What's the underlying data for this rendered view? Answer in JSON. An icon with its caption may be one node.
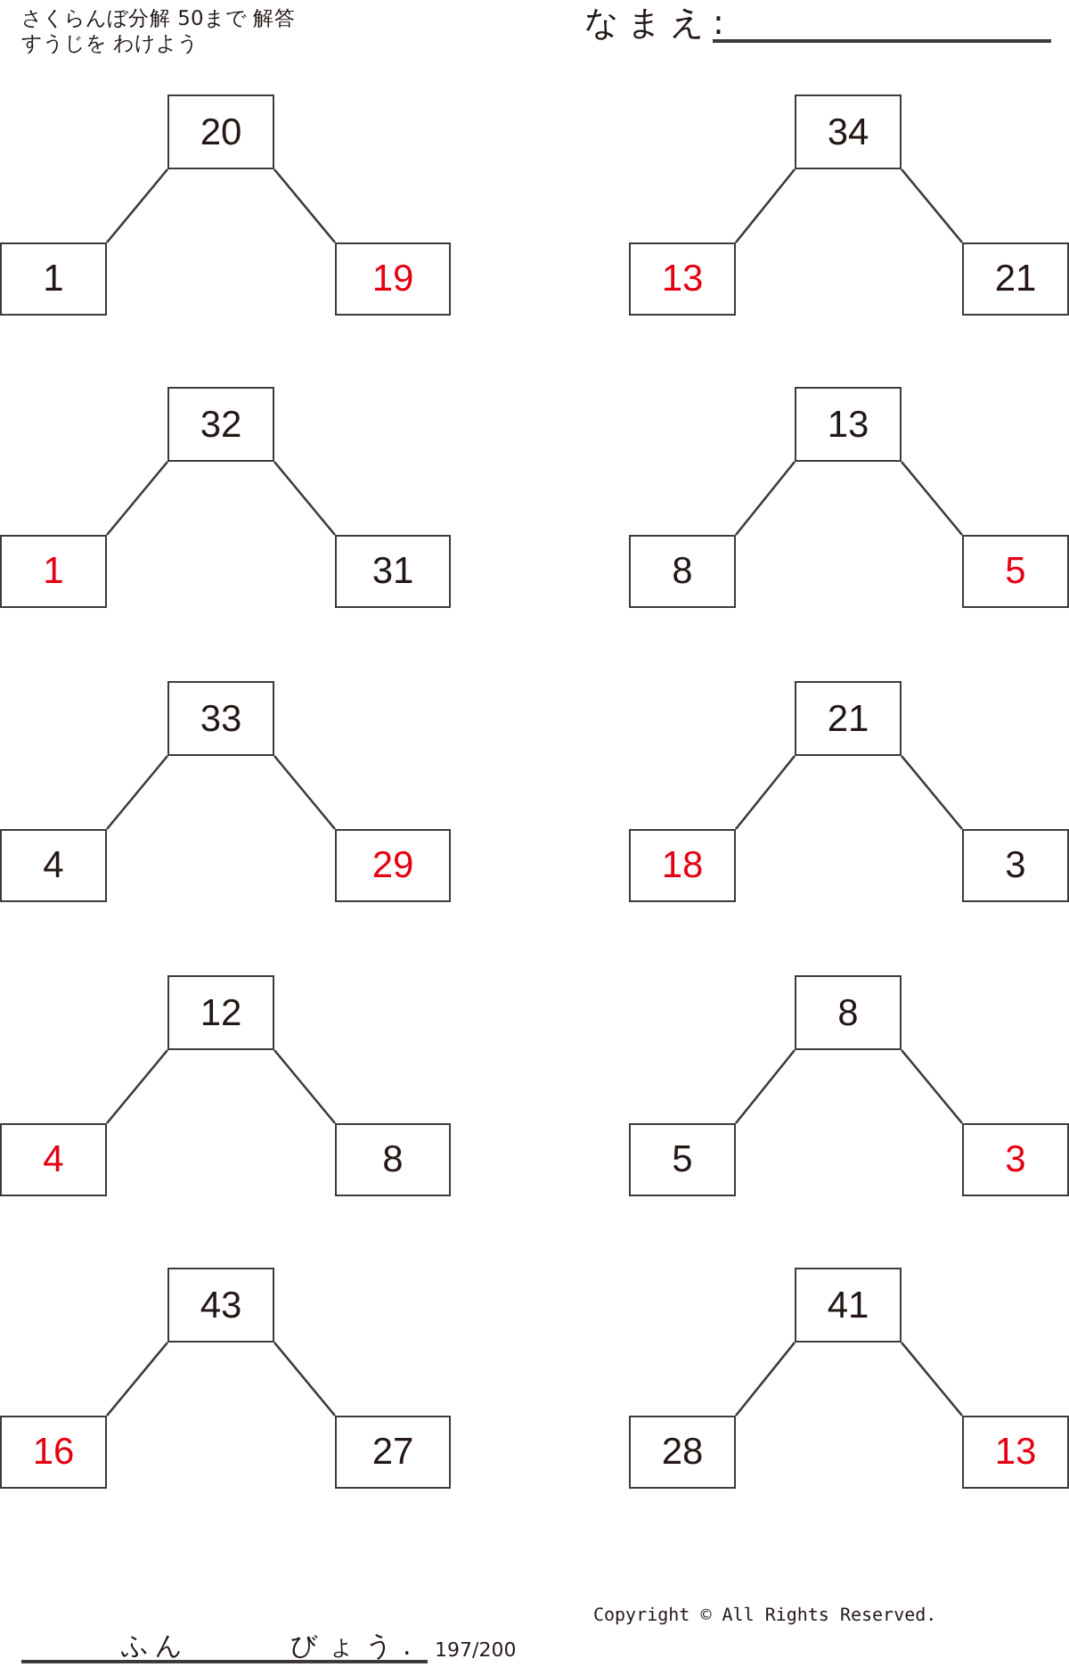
{
  "diagram": {
    "title": "さくらんぼ分解 50まで 解答",
    "nodes": [
      {
        "text": [
          "20"
        ]
      },
      {
        "text": [
          "1"
        ]
      },
      {
        "text": [
          "19"
        ]
      },
      {
        "text": [
          "34"
        ]
      },
      {
        "text": [
          "13"
        ]
      },
      {
        "text": [
          "21"
        ]
      },
      {
        "text": [
          "32"
        ]
      },
      {
        "text": [
          "1"
        ]
      },
      {
        "text": [
          "31"
        ]
      },
      {
        "text": [
          "13"
        ]
      },
      {
        "text": [
          "8"
        ]
      },
      {
        "text": [
          "5"
        ]
      },
      {
        "text": [
          "33"
        ]
      },
      {
        "text": [
          "4"
        ]
      },
      {
        "text": [
          "29"
        ]
      },
      {
        "text": [
          "21"
        ]
      },
      {
        "text": [
          "18"
        ]
      },
      {
        "text": [
          "3"
        ]
      },
      {
        "text": [
          "12"
        ]
      },
      {
        "text": [
          "4"
        ]
      },
      {
        "text": [
          "8"
        ]
      },
      {
        "text": [
          "8"
        ]
      },
      {
        "text": [
          "5"
        ]
      },
      {
        "text": [
          "3"
        ]
      },
      {
        "text": [
          "43"
        ]
      },
      {
        "text": [
          "16"
        ]
      },
      {
        "text": [
          "27"
        ]
      },
      {
        "text": [
          "41"
        ]
      },
      {
        "text": [
          "28"
        ]
      },
      {
        "text": [
          "13"
        ]
      }
    ],
    "edges": [
      {
        "from": 0,
        "to": 1,
        "arrow": "none"
      },
      {
        "from": 0,
        "to": 2,
        "arrow": "none"
      },
      {
        "from": 3,
        "to": 4,
        "arrow": "none"
      },
      {
        "from": 3,
        "to": 5,
        "arrow": "none"
      },
      {
        "from": 6,
        "to": 7,
        "arrow": "none"
      },
      {
        "from": 6,
        "to": 8,
        "arrow": "none"
      },
      {
        "from": 9,
        "to": 10,
        "arrow": "none"
      },
      {
        "from": 9,
        "to": 11,
        "arrow": "none"
      },
      {
        "from": 12,
        "to": 13,
        "arrow": "none"
      },
      {
        "from": 12,
        "to": 14,
        "arrow": "none"
      },
      {
        "from": 15,
        "to": 16,
        "arrow": "none"
      },
      {
        "from": 15,
        "to": 17,
        "arrow": "none"
      },
      {
        "from": 18,
        "to": 19,
        "arrow": "none"
      },
      {
        "from": 18,
        "to": 20,
        "arrow": "none"
      },
      {
        "from": 21,
        "to": 22,
        "arrow": "none"
      },
      {
        "from": 21,
        "to": 23,
        "arrow": "none"
      },
      {
        "from": 24,
        "to": 25,
        "arrow": "none"
      },
      {
        "from": 24,
        "to": 26,
        "arrow": "none"
      },
      {
        "from": 27,
        "to": 28,
        "arrow": "none"
      },
      {
        "from": 27,
        "to": 29,
        "arrow": "none"
      }
    ],
    "labels": [
      "すうじを わけよう",
      "なまえ:",
      "ふん",
      "びょう.",
      "197/200",
      "Copyright © All Rights Reserved."
    ]
  }
}
